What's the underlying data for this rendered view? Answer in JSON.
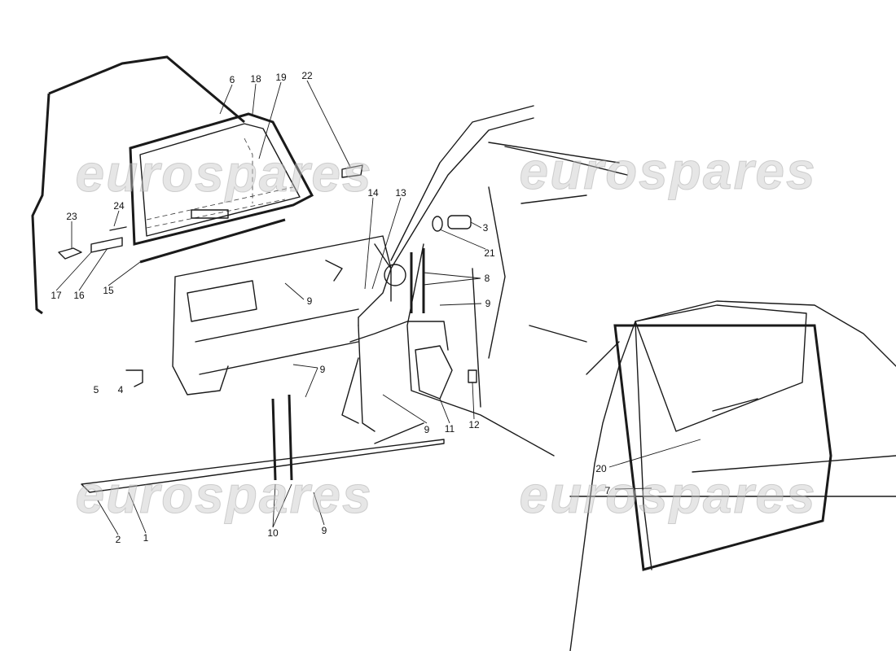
{
  "watermark": "eurospares",
  "callouts": [
    {
      "n": "6"
    },
    {
      "n": "18"
    },
    {
      "n": "19"
    },
    {
      "n": "22"
    },
    {
      "n": "24"
    },
    {
      "n": "23"
    },
    {
      "n": "17"
    },
    {
      "n": "16"
    },
    {
      "n": "15"
    },
    {
      "n": "14"
    },
    {
      "n": "13"
    },
    {
      "n": "3"
    },
    {
      "n": "21"
    },
    {
      "n": "8"
    },
    {
      "n": "9"
    },
    {
      "n": "9"
    },
    {
      "n": "9"
    },
    {
      "n": "5"
    },
    {
      "n": "4"
    },
    {
      "n": "9"
    },
    {
      "n": "11"
    },
    {
      "n": "12"
    },
    {
      "n": "1"
    },
    {
      "n": "2"
    },
    {
      "n": "10"
    },
    {
      "n": "9"
    },
    {
      "n": "20"
    },
    {
      "n": "7"
    }
  ]
}
